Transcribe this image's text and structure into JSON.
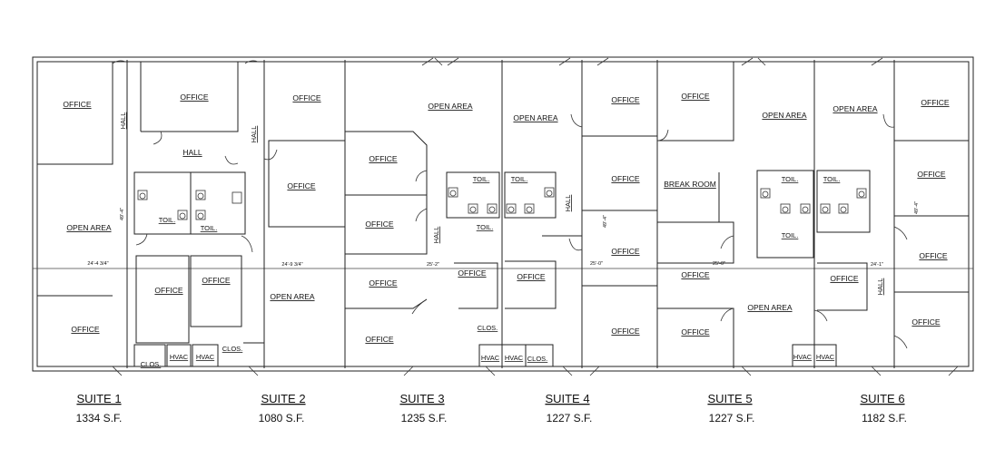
{
  "rooms": [
    {
      "label": "OFFICE"
    },
    {
      "label": "OPEN AREA"
    },
    {
      "label": "OFFICE"
    },
    {
      "label": "HALL"
    },
    {
      "label": "OFFICE"
    },
    {
      "label": "HALL"
    },
    {
      "label": "TOIL."
    },
    {
      "label": "TOIL."
    },
    {
      "label": "OFFICE"
    },
    {
      "label": "OFFICE"
    },
    {
      "label": "CLOS."
    },
    {
      "label": "HVAC"
    },
    {
      "label": "HVAC"
    },
    {
      "label": "HALL"
    },
    {
      "label": "OFFICE"
    },
    {
      "label": "OFFICE"
    },
    {
      "label": "OPEN AREA"
    },
    {
      "label": "CLOS."
    },
    {
      "label": "OPEN AREA"
    },
    {
      "label": "OFFICE"
    },
    {
      "label": "OFFICE"
    },
    {
      "label": "OFFICE"
    },
    {
      "label": "OFFICE"
    },
    {
      "label": "TOIL."
    },
    {
      "label": "TOIL."
    },
    {
      "label": "HALL"
    },
    {
      "label": "OFFICE"
    },
    {
      "label": "CLOS."
    },
    {
      "label": "HVAC"
    },
    {
      "label": "OPEN AREA"
    },
    {
      "label": "TOIL."
    },
    {
      "label": "HALL"
    },
    {
      "label": "OFFICE"
    },
    {
      "label": "HVAC"
    },
    {
      "label": "CLOS."
    },
    {
      "label": "OFFICE"
    },
    {
      "label": "OFFICE"
    },
    {
      "label": "OFFICE"
    },
    {
      "label": "OFFICE"
    },
    {
      "label": "OFFICE"
    },
    {
      "label": "BREAK ROOM"
    },
    {
      "label": "OPEN AREA"
    },
    {
      "label": "TOIL."
    },
    {
      "label": "OFFICE"
    },
    {
      "label": "OFFICE"
    },
    {
      "label": "OPEN AREA"
    },
    {
      "label": "HVAC"
    },
    {
      "label": "OPEN AREA"
    },
    {
      "label": "TOIL."
    },
    {
      "label": "TOIL."
    },
    {
      "label": "OFFICE"
    },
    {
      "label": "HALL"
    },
    {
      "label": "HVAC"
    },
    {
      "label": "OFFICE"
    },
    {
      "label": "OFFICE"
    },
    {
      "label": "OFFICE"
    },
    {
      "label": "OFFICE"
    }
  ],
  "dimensions": [
    "49'-4\"",
    "24'-4 3/4\"",
    "24'-9 3/4\"",
    "25'-2\"",
    "49'-4\"",
    "25'-0\"",
    "25'-0\"",
    "24'-1\"",
    "49'-4\""
  ],
  "suites": [
    {
      "name": "SUITE 1",
      "area": "1334 S.F."
    },
    {
      "name": "SUITE 2",
      "area": "1080 S.F."
    },
    {
      "name": "SUITE 3",
      "area": "1235 S.F."
    },
    {
      "name": "SUITE 4",
      "area": "1227 S.F."
    },
    {
      "name": "SUITE 5",
      "area": "1227 S.F."
    },
    {
      "name": "SUITE 6",
      "area": "1182 S.F."
    }
  ]
}
